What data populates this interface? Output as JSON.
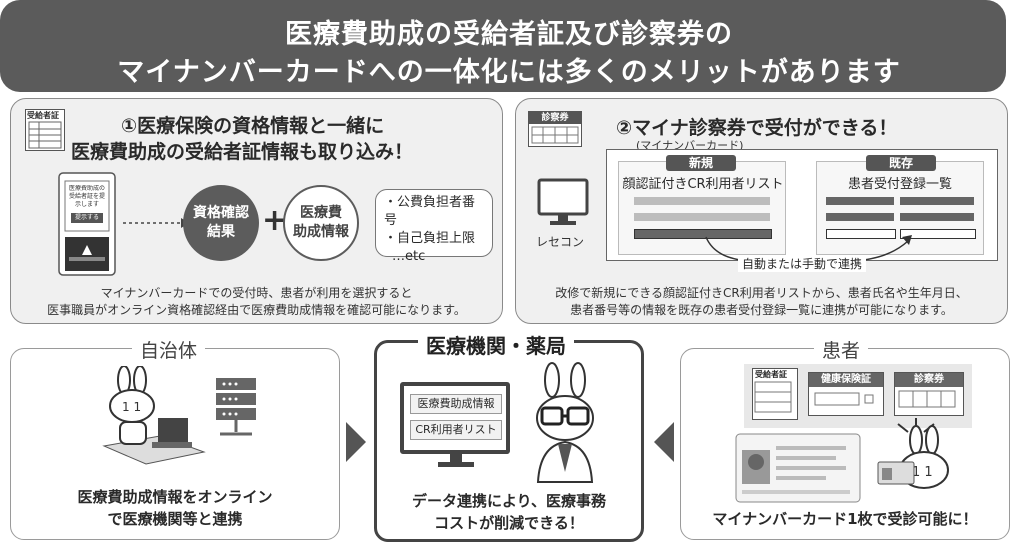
{
  "banner": {
    "line1": "医療費助成の受給者証及び診察券の",
    "line2": "マイナンバーカードへの一体化には多くのメリットがあります"
  },
  "panel1": {
    "title1": "①医療保険の資格情報と一緒に",
    "title2": "医療費助成の受給者証情報も取り込み！",
    "card_label": "受給者証",
    "kiosk_text": "医療費助成の受給者証を提示します",
    "kiosk_button": "提示する",
    "circle1": "資格確認\n結果",
    "plus": "+",
    "circle2": "医療費\n助成情報",
    "bubble": [
      "・公費負担者番号",
      "・自己負担上限",
      "…etc"
    ],
    "note1": "マイナンバーカードでの受付時、患者が利用を選択すると",
    "note2": "医事職員がオンライン資格確認経由で医療費助成情報を確認可能になります。"
  },
  "panel2": {
    "card_label": "診察券",
    "title": "②マイナ診察券で受付ができる！",
    "subtitle": "(マイナンバーカード)",
    "pc_label": "レセコン",
    "new_tag": "新規",
    "new_title": "顔認証付きCR利用者リスト",
    "old_tag": "既存",
    "old_title": "患者受付登録一覧",
    "link_label": "自動または手動で連携",
    "note1": "改修で新規にできる顔認証付きCR利用者リストから、患者氏名や生年月日、",
    "note2": "患者番号等の情報を既存の患者受付登録一覧に連携が可能になります。"
  },
  "municipality": {
    "heading": "自治体",
    "caption1": "医療費助成情報をオンライン",
    "caption2": "で医療機関等と連携"
  },
  "institution": {
    "heading": "医療機関・薬局",
    "screen_item1": "医療費助成情報",
    "screen_item2": "CR利用者リスト",
    "caption1": "データ連携により、医療事務",
    "caption2": "コストが削減できる！"
  },
  "patient": {
    "heading": "患者",
    "card1": "受給者証",
    "card2": "健康保険証",
    "card3": "診察券",
    "caption": "マイナンバーカード1枚で受診可能に！"
  },
  "colors": {
    "banner": "#5b5b5b",
    "panel": "#f0f0f0",
    "accent": "#555555"
  }
}
